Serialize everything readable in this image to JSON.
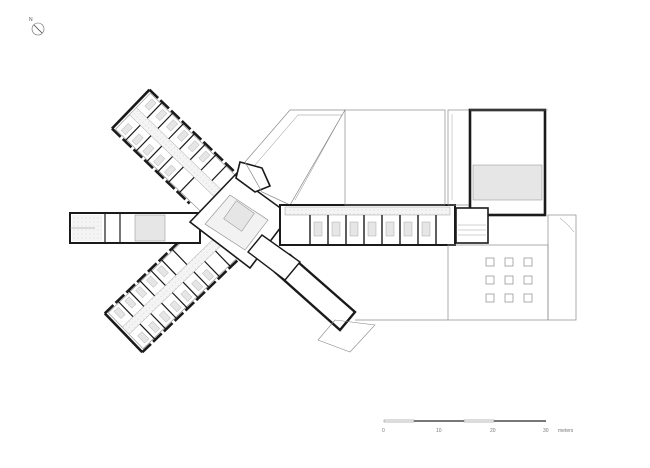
{
  "north_arrow": {
    "letter": "N",
    "icon": "north-arrow-icon"
  },
  "scale_bar": {
    "ticks": [
      "0",
      "10",
      "20",
      "30"
    ],
    "unit": "meters"
  },
  "colors": {
    "wall": "#1a1a1a",
    "thin_line": "#8a8a8a",
    "hatch_fill": "#e6e6e6",
    "light_fill": "#f2f2f2",
    "paper": "#ffffff"
  }
}
